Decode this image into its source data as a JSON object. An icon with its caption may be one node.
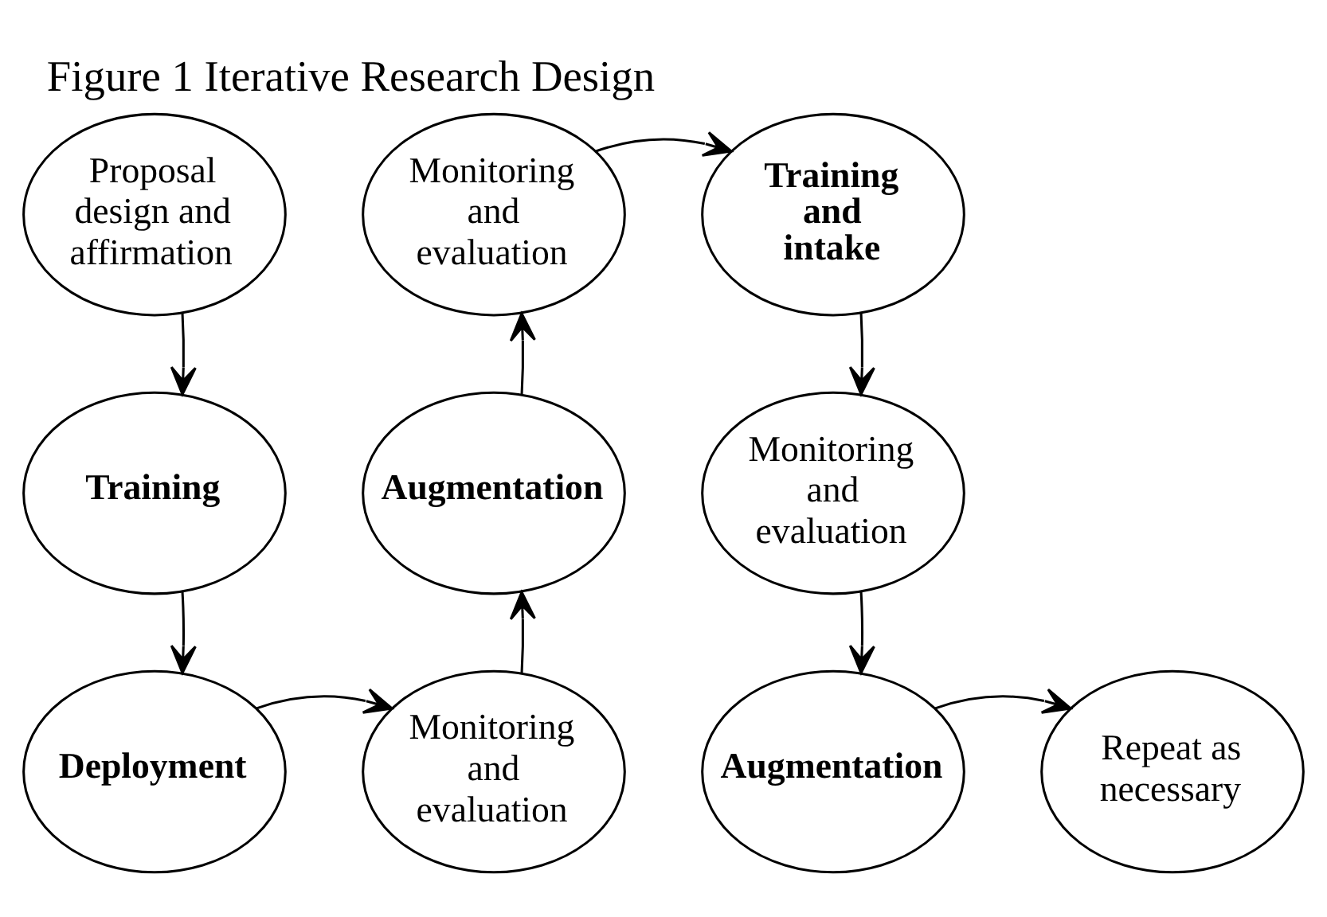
{
  "diagram": {
    "title": "Figure 1 Iterative Research Design",
    "nodes": [
      {
        "text": [
          "Proposal design and affirmation"
        ]
      },
      {
        "text": [
          "Monitoring and evaluation"
        ]
      },
      {
        "text": [
          "Training and intake"
        ]
      },
      {
        "text": [
          "Training"
        ]
      },
      {
        "text": [
          "Augmentation"
        ]
      },
      {
        "text": [
          "Monitoring and evaluation"
        ]
      },
      {
        "text": [
          "Deployment"
        ]
      },
      {
        "text": [
          "Monitoring and evaluation"
        ]
      },
      {
        "text": [
          "Augmentation"
        ]
      },
      {
        "text": [
          "Repeat as necessary"
        ]
      }
    ],
    "edges": [
      {
        "from": 0,
        "to": 3,
        "arrow": "to"
      },
      {
        "from": 3,
        "to": 6,
        "arrow": "to"
      },
      {
        "from": 6,
        "to": 7,
        "arrow": "to"
      },
      {
        "from": 7,
        "to": 4,
        "arrow": "to"
      },
      {
        "from": 4,
        "to": 1,
        "arrow": "to"
      },
      {
        "from": 1,
        "to": 2,
        "arrow": "to"
      },
      {
        "from": 2,
        "to": 5,
        "arrow": "to"
      },
      {
        "from": 5,
        "to": 8,
        "arrow": "to"
      },
      {
        "from": 8,
        "to": 9,
        "arrow": "to"
      }
    ]
  }
}
